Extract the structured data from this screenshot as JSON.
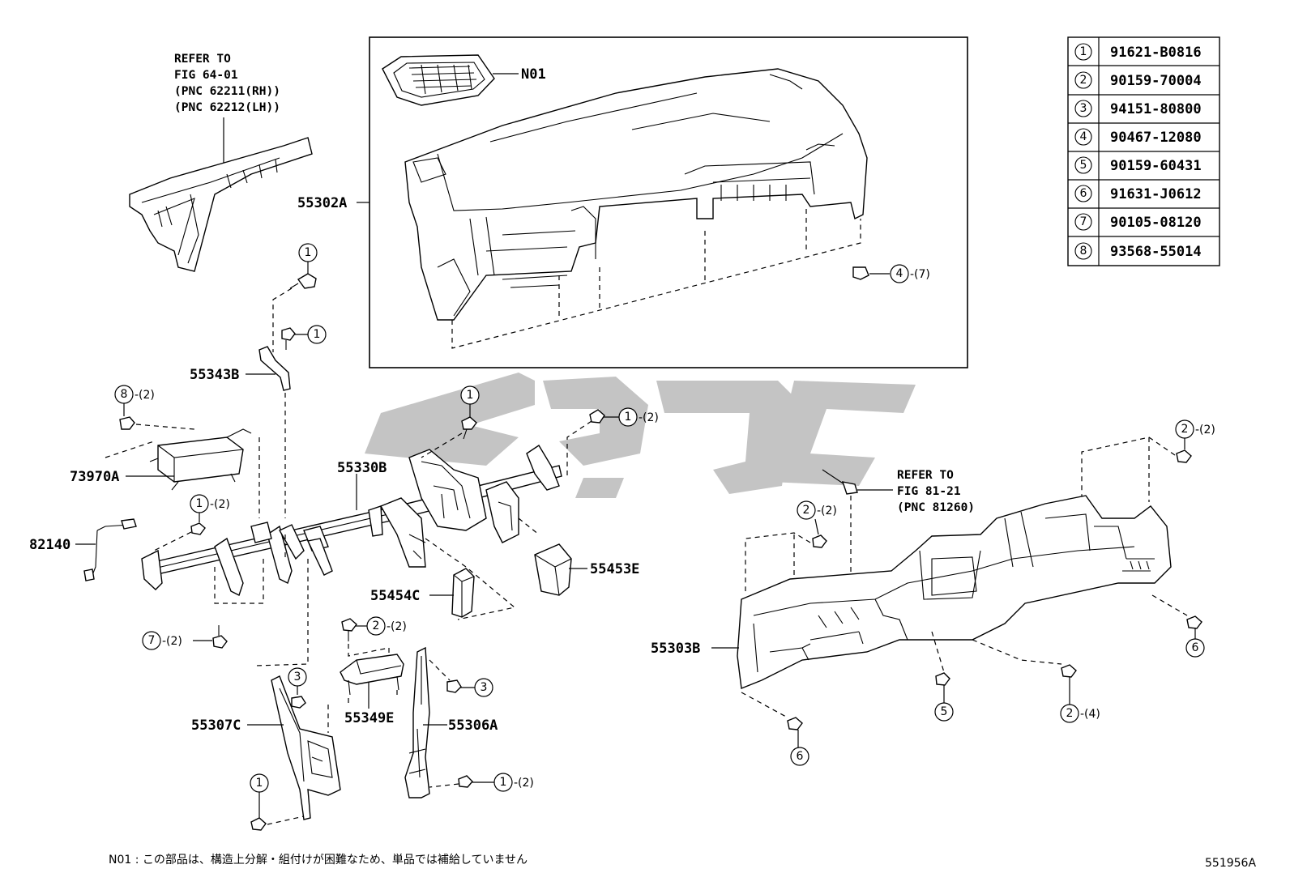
{
  "parts_table": [
    {
      "num": "1",
      "part_no": "91621-B0816"
    },
    {
      "num": "2",
      "part_no": "90159-70004"
    },
    {
      "num": "3",
      "part_no": "94151-80800"
    },
    {
      "num": "4",
      "part_no": "90467-12080"
    },
    {
      "num": "5",
      "part_no": "90159-60431"
    },
    {
      "num": "6",
      "part_no": "91631-J0612"
    },
    {
      "num": "7",
      "part_no": "90105-08120"
    },
    {
      "num": "8",
      "part_no": "93568-55014"
    }
  ],
  "refer_top": {
    "line1": "REFER TO",
    "line2": "FIG 64-01",
    "line3": "(PNC 62211(RH))",
    "line4": "(PNC 62212(LH))"
  },
  "refer_right": {
    "line1": "REFER TO",
    "line2": "FIG 81-21",
    "line3": "(PNC 81260)"
  },
  "labels": {
    "n01": "N01",
    "p55302A": "55302A",
    "p55343B": "55343B",
    "p73970A": "73970A",
    "p82140": "82140",
    "p55330B": "55330B",
    "p55453E": "55453E",
    "p55454C": "55454C",
    "p55307C": "55307C",
    "p55349E": "55349E",
    "p55306A": "55306A",
    "p55303B": "55303B"
  },
  "callouts": {
    "c1": "1",
    "c2": "2",
    "c3": "3",
    "c4": "4",
    "c5": "5",
    "c6": "6",
    "c7": "7",
    "c8": "8",
    "q2": "-(2)",
    "q4": "-(4)",
    "q7": "-(7)"
  },
  "footnote": "N01 : この部品は、構造上分解・組付けが困難なため、単品では補給していません",
  "figure_id": "551956A",
  "watermark_color": "#c4c4c4"
}
